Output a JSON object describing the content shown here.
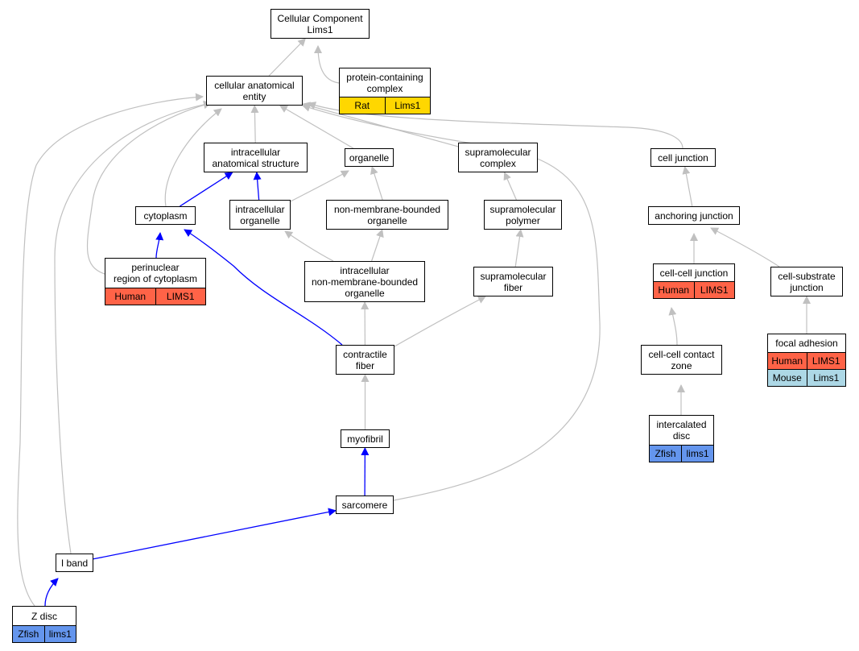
{
  "colors": {
    "gray_edge": "#c0c0c0",
    "blue_edge": "#0000ff",
    "human": "#ff6347",
    "rat": "#ffd700",
    "mouse": "#add8e6",
    "zfish": "#6495ed"
  },
  "nodes": [
    {
      "id": "cc",
      "label": "Cellular Component\nLims1"
    },
    {
      "id": "pcc",
      "label": "protein-containing\ncomplex",
      "annotations": [
        {
          "species": "Rat",
          "gene": "Lims1",
          "color": "rat"
        }
      ]
    },
    {
      "id": "cae",
      "label": "cellular anatomical\nentity"
    },
    {
      "id": "ias",
      "label": "intracellular\nanatomical structure"
    },
    {
      "id": "org",
      "label": "organelle"
    },
    {
      "id": "smc",
      "label": "supramolecular\ncomplex"
    },
    {
      "id": "cj",
      "label": "cell junction"
    },
    {
      "id": "cyt",
      "label": "cytoplasm"
    },
    {
      "id": "io",
      "label": "intracellular\norganelle"
    },
    {
      "id": "nmbo",
      "label": "non-membrane-bounded\norganelle"
    },
    {
      "id": "smp",
      "label": "supramolecular\npolymer"
    },
    {
      "id": "aj",
      "label": "anchoring junction"
    },
    {
      "id": "prc",
      "label": "perinuclear\nregion of cytoplasm",
      "annotations": [
        {
          "species": "Human",
          "gene": "LIMS1",
          "color": "human"
        }
      ]
    },
    {
      "id": "inmbo",
      "label": "intracellular\nnon-membrane-bounded\norganelle"
    },
    {
      "id": "smf",
      "label": "supramolecular\nfiber"
    },
    {
      "id": "ccj",
      "label": "cell-cell junction",
      "annotations": [
        {
          "species": "Human",
          "gene": "LIMS1",
          "color": "human"
        }
      ]
    },
    {
      "id": "csj",
      "label": "cell-substrate\njunction"
    },
    {
      "id": "cf",
      "label": "contractile\nfiber"
    },
    {
      "id": "cccz",
      "label": "cell-cell contact\nzone"
    },
    {
      "id": "fa",
      "label": "focal adhesion",
      "annotations": [
        {
          "species": "Human",
          "gene": "LIMS1",
          "color": "human"
        },
        {
          "species": "Mouse",
          "gene": "Lims1",
          "color": "mouse"
        }
      ]
    },
    {
      "id": "icd",
      "label": "intercalated\ndisc",
      "annotations": [
        {
          "species": "Zfish",
          "gene": "lims1",
          "color": "zfish"
        }
      ]
    },
    {
      "id": "myo",
      "label": "myofibril"
    },
    {
      "id": "sar",
      "label": "sarcomere"
    },
    {
      "id": "ib",
      "label": "I band"
    },
    {
      "id": "zd",
      "label": "Z disc",
      "annotations": [
        {
          "species": "Zfish",
          "gene": "lims1",
          "color": "zfish"
        }
      ]
    }
  ],
  "edges": [
    {
      "from": "cae",
      "to": "cc",
      "type": "gray"
    },
    {
      "from": "pcc",
      "to": "cc",
      "type": "gray"
    },
    {
      "from": "ias",
      "to": "cae",
      "type": "gray"
    },
    {
      "from": "org",
      "to": "cae",
      "type": "gray"
    },
    {
      "from": "smc",
      "to": "cae",
      "type": "gray"
    },
    {
      "from": "cj",
      "to": "cae",
      "type": "gray"
    },
    {
      "from": "cyt",
      "to": "cae",
      "type": "gray"
    },
    {
      "from": "prc",
      "to": "cae",
      "type": "gray"
    },
    {
      "from": "ib",
      "to": "cae",
      "type": "gray"
    },
    {
      "from": "zd",
      "to": "cae",
      "type": "gray"
    },
    {
      "from": "sar",
      "to": "cae",
      "type": "gray"
    },
    {
      "from": "cyt",
      "to": "ias",
      "type": "blue"
    },
    {
      "from": "io",
      "to": "ias",
      "type": "blue"
    },
    {
      "from": "io",
      "to": "org",
      "type": "gray"
    },
    {
      "from": "nmbo",
      "to": "org",
      "type": "gray"
    },
    {
      "from": "smp",
      "to": "smc",
      "type": "gray"
    },
    {
      "from": "aj",
      "to": "cj",
      "type": "gray"
    },
    {
      "from": "prc",
      "to": "cyt",
      "type": "blue"
    },
    {
      "from": "cf",
      "to": "cyt",
      "type": "blue"
    },
    {
      "from": "inmbo",
      "to": "io",
      "type": "gray"
    },
    {
      "from": "inmbo",
      "to": "nmbo",
      "type": "gray"
    },
    {
      "from": "smf",
      "to": "smp",
      "type": "gray"
    },
    {
      "from": "ccj",
      "to": "aj",
      "type": "gray"
    },
    {
      "from": "csj",
      "to": "aj",
      "type": "gray"
    },
    {
      "from": "cf",
      "to": "inmbo",
      "type": "gray"
    },
    {
      "from": "cf",
      "to": "smf",
      "type": "gray"
    },
    {
      "from": "cccz",
      "to": "ccj",
      "type": "gray"
    },
    {
      "from": "fa",
      "to": "csj",
      "type": "gray"
    },
    {
      "from": "myo",
      "to": "cf",
      "type": "gray"
    },
    {
      "from": "icd",
      "to": "cccz",
      "type": "gray"
    },
    {
      "from": "sar",
      "to": "myo",
      "type": "blue"
    },
    {
      "from": "ib",
      "to": "sar",
      "type": "blue"
    },
    {
      "from": "zd",
      "to": "ib",
      "type": "blue"
    }
  ]
}
